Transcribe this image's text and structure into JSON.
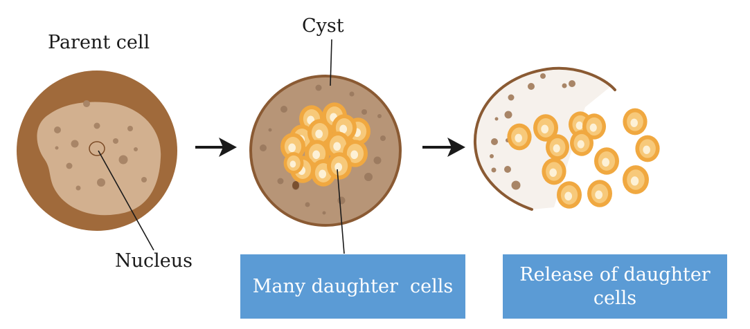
{
  "labels": {
    "parent_cell": "Parent cell",
    "nucleus": "Nucleus",
    "cyst": "Cyst"
  },
  "boxes": {
    "many_daughter_cells": "Many daughter  cells",
    "release_line1": "Release of daughter",
    "release_line2": "cells"
  },
  "colors": {
    "parent_outer": "#a06a3b",
    "parent_inner": "#d2b08f",
    "cyst_fill": "#b79577",
    "cyst_outline": "#8a5a33",
    "daughter_outer": "#f0a840",
    "daughter_mid": "#f7c97a",
    "daughter_core": "#fdf1d6",
    "speck": "#9c7b60",
    "box_fill": "#5b9bd5",
    "arrow": "#1a1a1a"
  },
  "icons": [
    "arrow-right-icon",
    "arrow-right-icon"
  ]
}
